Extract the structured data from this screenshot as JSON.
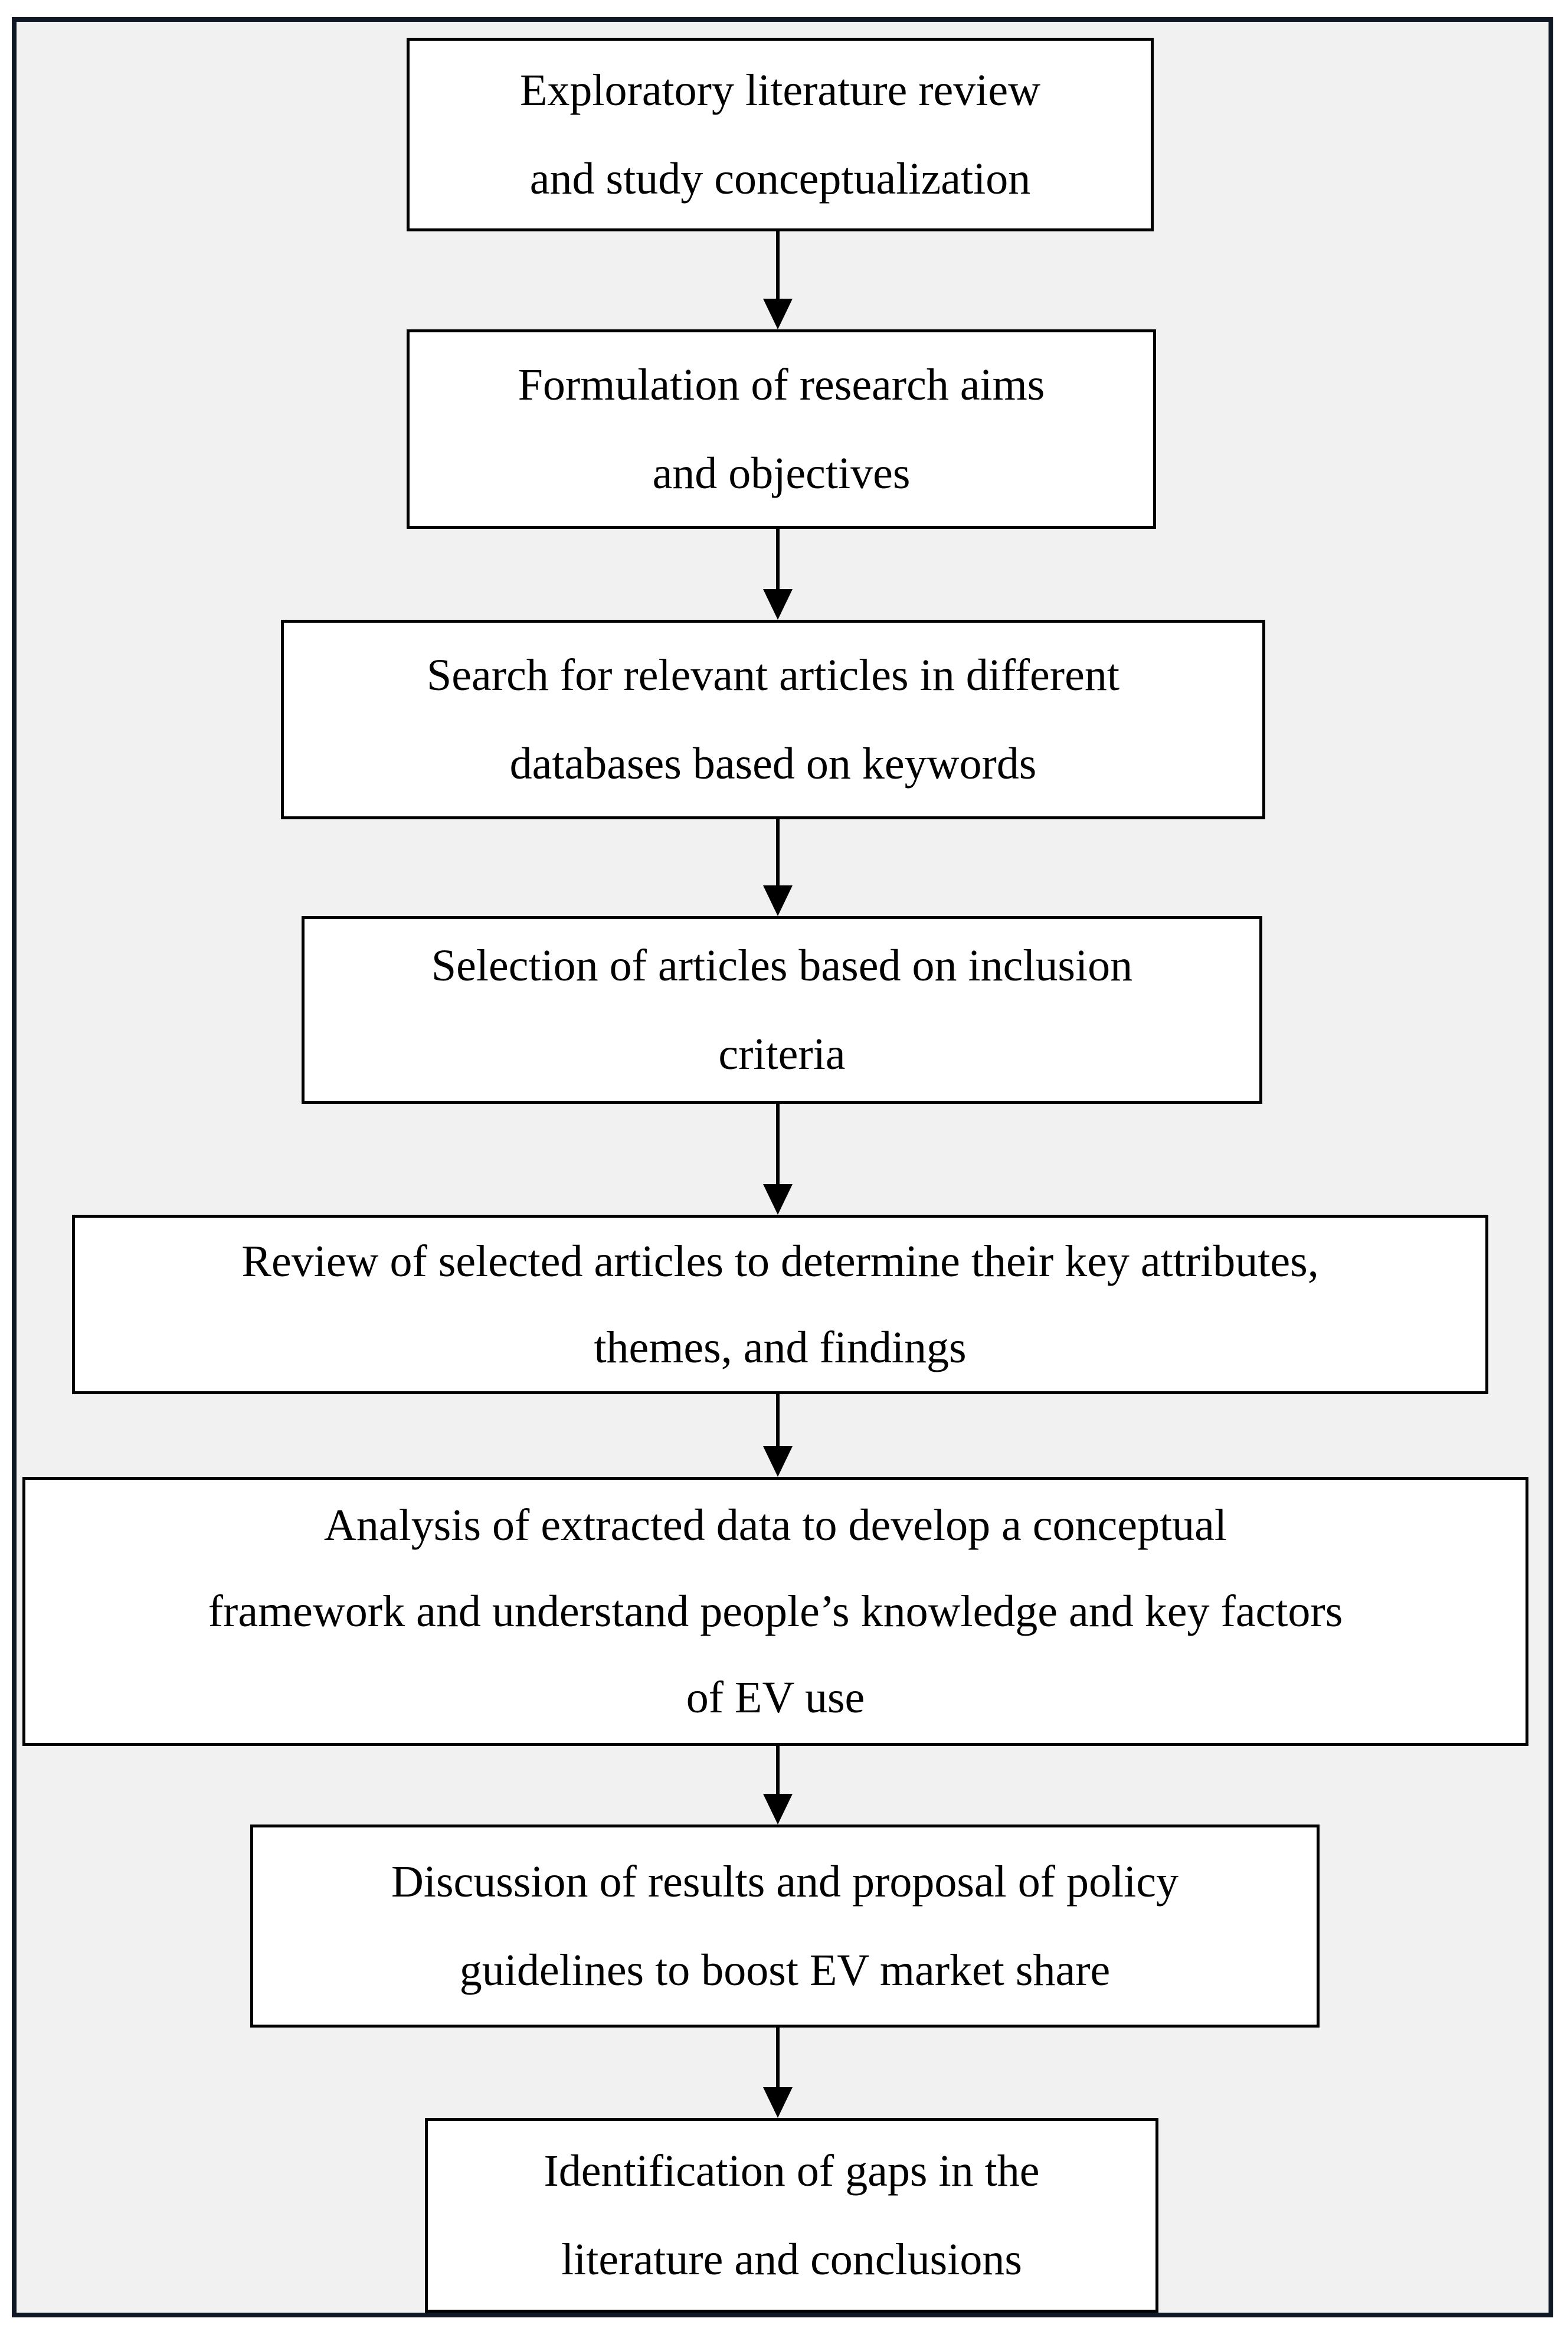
{
  "diagram": {
    "type": "flowchart",
    "direction": "top-down",
    "steps": [
      {
        "id": 1,
        "lines": [
          "Exploratory literature review",
          "and study conceptualization"
        ]
      },
      {
        "id": 2,
        "lines": [
          "Formulation of research aims",
          "and objectives"
        ]
      },
      {
        "id": 3,
        "lines": [
          "Search for relevant articles in different",
          "databases based on keywords"
        ]
      },
      {
        "id": 4,
        "lines": [
          "Selection of articles based on inclusion",
          "criteria"
        ]
      },
      {
        "id": 5,
        "lines": [
          "Review of selected articles to determine their key attributes,",
          "themes, and findings"
        ]
      },
      {
        "id": 6,
        "lines": [
          "Analysis of extracted data to develop a conceptual",
          "framework and understand people’s knowledge and key factors",
          "of EV use"
        ]
      },
      {
        "id": 7,
        "lines": [
          "Discussion of results and proposal of policy",
          "guidelines to boost EV market share"
        ]
      },
      {
        "id": 8,
        "lines": [
          "Identification of gaps in the",
          "literature and conclusions"
        ]
      }
    ],
    "connectors": [
      {
        "from_step": 1,
        "to_step": 2,
        "type": "arrow-down"
      },
      {
        "from_step": 2,
        "to_step": 3,
        "type": "arrow-down"
      },
      {
        "from_step": 3,
        "to_step": 4,
        "type": "arrow-down"
      },
      {
        "from_step": 4,
        "to_step": 5,
        "type": "arrow-down"
      },
      {
        "from_step": 5,
        "to_step": 6,
        "type": "arrow-down"
      },
      {
        "from_step": 6,
        "to_step": 7,
        "type": "arrow-down"
      },
      {
        "from_step": 7,
        "to_step": 8,
        "type": "arrow-down"
      }
    ],
    "colors": {
      "page_background": "#ffffff",
      "frame_border": "#101826",
      "frame_background": "#f1f1f2",
      "box_border": "#000000",
      "box_background": "#ffffff",
      "arrow": "#000000",
      "text": "#000000"
    }
  }
}
